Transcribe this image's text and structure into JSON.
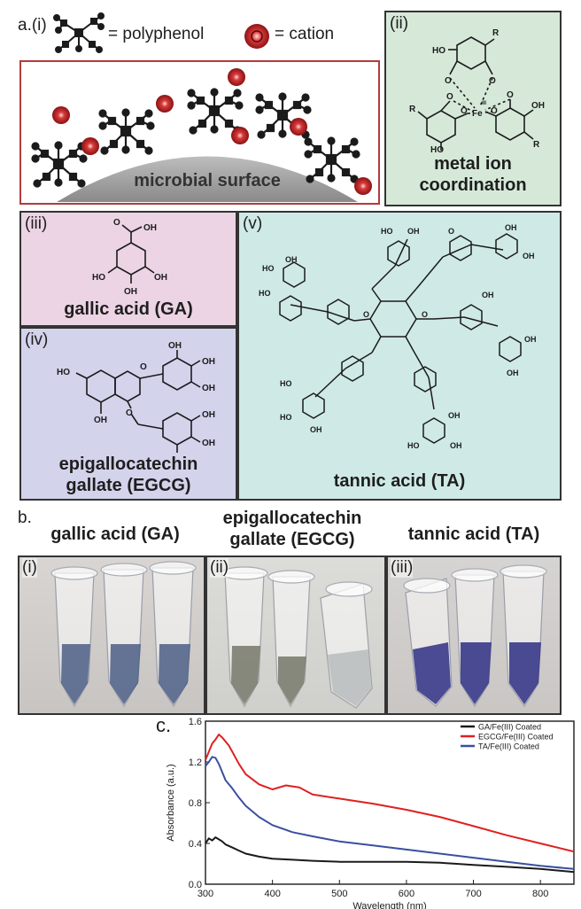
{
  "panel_a": {
    "label": "a.(i)",
    "legend_polyphenol": "= polyphenol",
    "legend_cation": "= cation",
    "surface_label": "microbial surface",
    "ii_label": "(ii)",
    "ii_caption_line1": "metal ion",
    "ii_caption_line2": "coordination",
    "iii_label": "(iii)",
    "iii_caption": "gallic acid (GA)",
    "iv_label": "(iv)",
    "iv_caption_line1": "epigallocatechin",
    "iv_caption_line2": "gallate (EGCG)",
    "v_label": "(v)",
    "v_caption": "tannic acid (TA)",
    "chem": {
      "HO": "HO",
      "OH": "OH",
      "O": "O",
      "R": "R",
      "Fe": "Fe",
      "III": "III"
    },
    "colors": {
      "i_border": "#b23b3b",
      "ii_bg": "#d6e9d9",
      "iii_bg": "#ecd4e4",
      "iv_bg": "#d4d3ec",
      "v_bg": "#cfeae6",
      "cation": "#b3262b"
    }
  },
  "panel_b": {
    "label": "b.",
    "title_ga": "gallic acid (GA)",
    "title_egcg_line1": "epigallocatechin",
    "title_egcg_line2": "gallate (EGCG)",
    "title_ta": "tannic acid (TA)",
    "photo_labels": [
      "(i)",
      "(ii)",
      "(iii)"
    ]
  },
  "panel_c": {
    "label": "c."
  },
  "chart_data": {
    "type": "line",
    "xlabel": "Wavelength (nm)",
    "ylabel": "Absorbance (a.u.)",
    "xlim": [
      300,
      850
    ],
    "ylim": [
      0,
      1.6
    ],
    "xticks": [
      300,
      400,
      500,
      600,
      700,
      800
    ],
    "yticks": [
      0.0,
      0.4,
      0.8,
      1.2,
      1.6
    ],
    "legend_position": "top-right",
    "series": [
      {
        "name": "GA/Fe(III) Coated",
        "color": "#1a1a1a",
        "x": [
          300,
          305,
          310,
          315,
          320,
          325,
          330,
          340,
          350,
          360,
          380,
          400,
          430,
          460,
          500,
          550,
          600,
          650,
          700,
          750,
          800,
          850
        ],
        "y": [
          0.4,
          0.45,
          0.43,
          0.46,
          0.44,
          0.42,
          0.39,
          0.36,
          0.33,
          0.3,
          0.27,
          0.25,
          0.24,
          0.23,
          0.22,
          0.22,
          0.22,
          0.21,
          0.19,
          0.17,
          0.15,
          0.12
        ]
      },
      {
        "name": "EGCG/Fe(III) Coated",
        "color": "#e02020",
        "x": [
          300,
          305,
          310,
          315,
          320,
          325,
          330,
          335,
          340,
          350,
          360,
          380,
          400,
          420,
          440,
          460,
          500,
          550,
          600,
          650,
          700,
          750,
          800,
          850
        ],
        "y": [
          1.22,
          1.3,
          1.38,
          1.42,
          1.47,
          1.44,
          1.4,
          1.36,
          1.3,
          1.18,
          1.08,
          0.98,
          0.93,
          0.97,
          0.95,
          0.88,
          0.84,
          0.79,
          0.73,
          0.66,
          0.57,
          0.48,
          0.4,
          0.32
        ]
      },
      {
        "name": "TA/Fe(III) Coated",
        "color": "#3a4fa0",
        "x": [
          300,
          305,
          310,
          315,
          320,
          325,
          330,
          340,
          350,
          360,
          380,
          400,
          430,
          460,
          500,
          550,
          600,
          650,
          700,
          750,
          800,
          850
        ],
        "y": [
          1.16,
          1.2,
          1.25,
          1.24,
          1.18,
          1.1,
          1.02,
          0.94,
          0.85,
          0.77,
          0.66,
          0.58,
          0.51,
          0.47,
          0.42,
          0.38,
          0.34,
          0.3,
          0.26,
          0.22,
          0.18,
          0.15
        ]
      }
    ]
  }
}
